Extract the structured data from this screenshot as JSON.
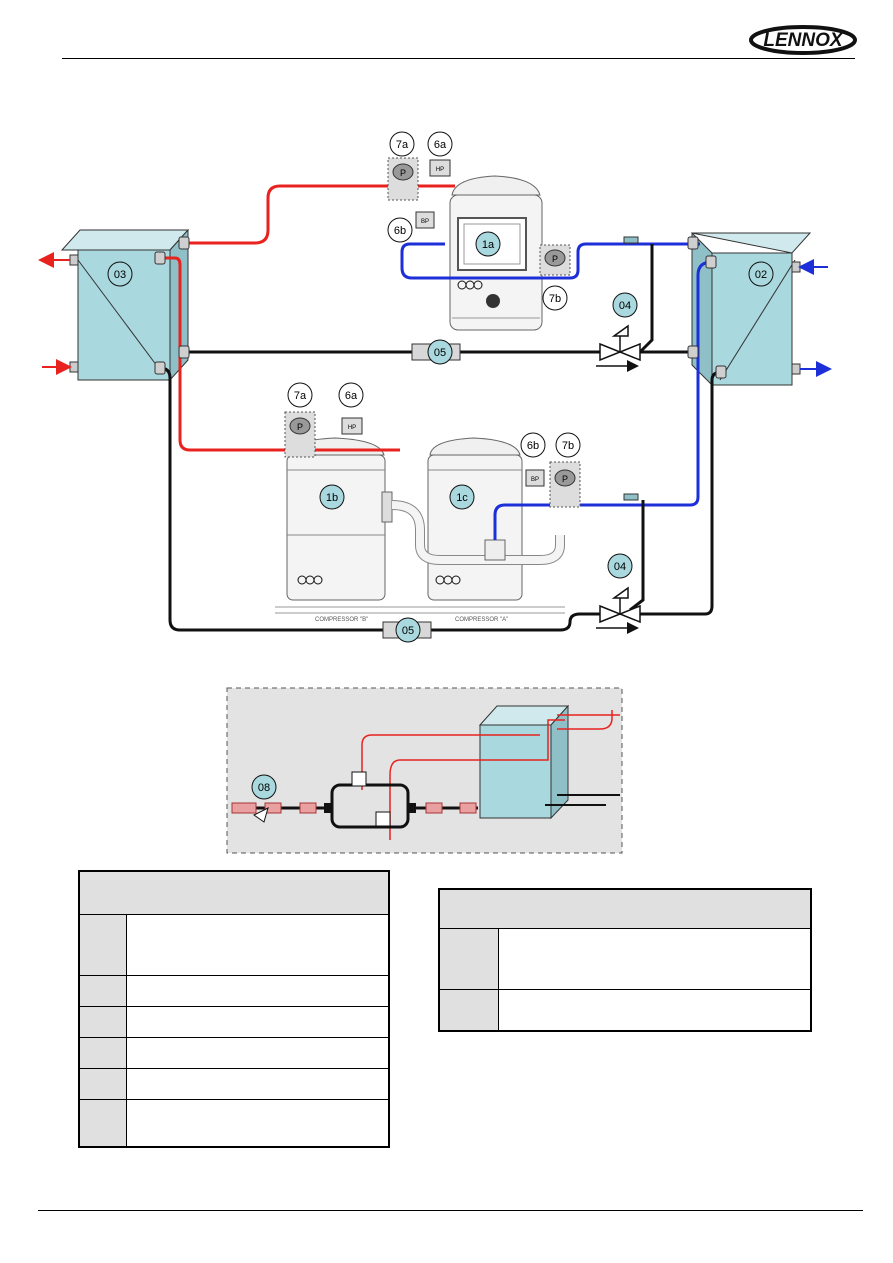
{
  "header": {
    "brand": "LENNOX"
  },
  "diagram": {
    "labels": {
      "c7a_top": "7a",
      "c6a_top": "6a",
      "c6b_top": "6b",
      "c1a": "1a",
      "c7b_top": "7b",
      "c03": "03",
      "c02": "02",
      "c04_top": "04",
      "c05_top": "05",
      "c7a_bot": "7a",
      "c6a_bot": "6a",
      "c6b_bot": "6b",
      "c7b_bot": "7b",
      "c1b": "1b",
      "c1c": "1c",
      "c04_bot": "04",
      "c05_bot": "05",
      "c08": "08"
    },
    "boxes": {
      "hp_top": "HP",
      "bp_top": "BP",
      "hp_bot": "HP",
      "bp_bot": "BP"
    },
    "gauge": "P",
    "compressor_labels": {
      "b": "COMPRESSOR \"B\"",
      "a": "COMPRESSOR \"A\""
    }
  },
  "colors": {
    "discharge": "#e8231f",
    "suction": "#1c2fd8",
    "liquid": "#111111",
    "exchanger": "#a9d8de",
    "label_fill": "#a9d8de",
    "table_header": "#e0e0e0"
  },
  "tables": {
    "left": {
      "rows": 6
    },
    "right": {
      "rows": 2
    }
  }
}
